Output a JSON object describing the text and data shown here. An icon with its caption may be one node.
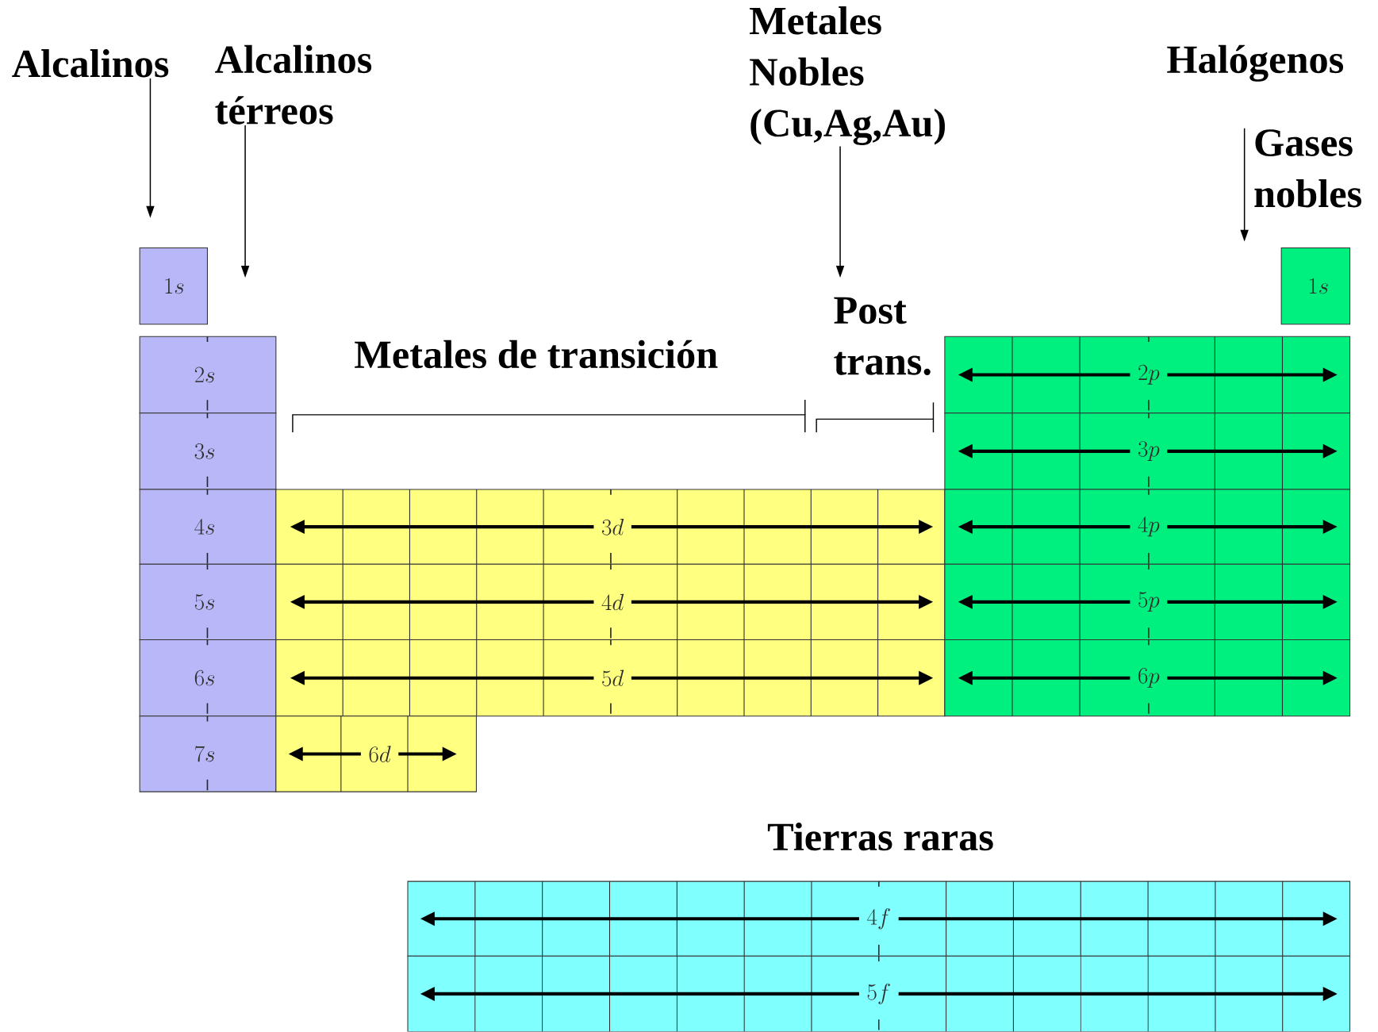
{
  "diagram": {
    "nodes": [
      {
        "text": [
          "Alcalinos"
        ]
      },
      {
        "text": [
          "Alcalinos térreos"
        ]
      },
      {
        "text": [
          "Metales Nobles (Cu,Ag,Au)"
        ]
      },
      {
        "text": [
          "Gases nobles"
        ]
      },
      {
        "text": [
          "1s"
        ]
      },
      {
        "text": [
          "1s"
        ]
      },
      {
        "text": [
          "2s"
        ]
      },
      {
        "text": [
          "3s"
        ]
      },
      {
        "text": [
          "4s"
        ]
      },
      {
        "text": [
          "5s"
        ]
      },
      {
        "text": [
          "6s"
        ]
      },
      {
        "text": [
          "7s"
        ]
      },
      {
        "text": [
          "3d"
        ]
      },
      {
        "text": [
          "4d"
        ]
      },
      {
        "text": [
          "5d"
        ]
      },
      {
        "text": [
          "6d"
        ]
      },
      {
        "text": [
          "2p"
        ]
      },
      {
        "text": [
          "3p"
        ]
      },
      {
        "text": [
          "4p"
        ]
      },
      {
        "text": [
          "5p"
        ]
      },
      {
        "text": [
          "6p"
        ]
      },
      {
        "text": [
          "4f"
        ]
      },
      {
        "text": [
          "5f"
        ]
      }
    ],
    "edges": [
      {
        "from": 0,
        "to": null,
        "arrow": "to"
      },
      {
        "from": 1,
        "to": null,
        "arrow": "to"
      },
      {
        "from": 2,
        "to": null,
        "arrow": "to"
      },
      {
        "from": 3,
        "to": null,
        "arrow": "to"
      }
    ],
    "labels": [
      "Halógenos",
      "Metales de transición",
      "Post trans.",
      "Tierras raras"
    ]
  }
}
